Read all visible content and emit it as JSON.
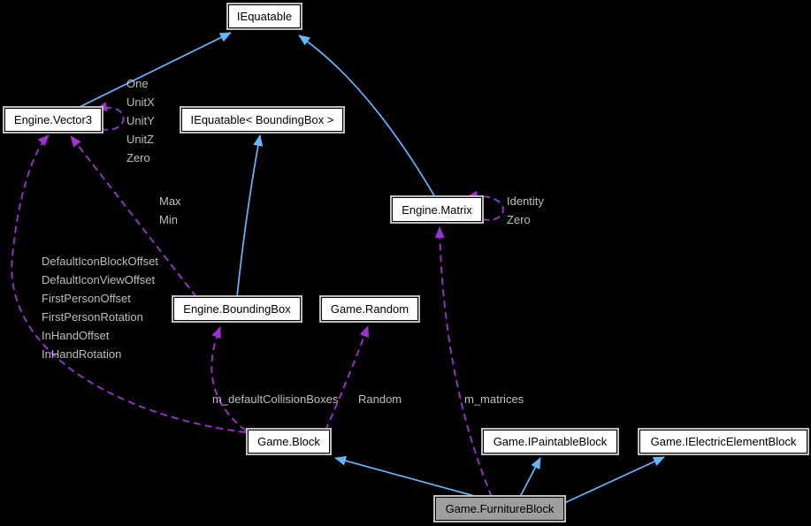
{
  "diagram": {
    "type": "collaboration-graph",
    "background_color": "#000000",
    "colors": {
      "inheritance_edge": "#63B8FF",
      "usage_edge": "#9A32CD",
      "node_fill": "#FFFFFF",
      "node_border_outer": "#BEBEBE",
      "node_border_inner": "#000000",
      "node_text": "#000000",
      "highlight_node_fill": "#9E9E9E",
      "edge_label_text": "#BEBEBE"
    },
    "nodes": {
      "iequatable": {
        "label": "IEquatable"
      },
      "vector3": {
        "label": "Engine.Vector3"
      },
      "iequatable_boundingbox": {
        "label": "IEquatable< BoundingBox >"
      },
      "matrix": {
        "label": "Engine.Matrix"
      },
      "boundingbox": {
        "label": "Engine.BoundingBox"
      },
      "random": {
        "label": "Game.Random"
      },
      "block": {
        "label": "Game.Block"
      },
      "ipaintableblock": {
        "label": "Game.IPaintableBlock"
      },
      "ielectricelementblock": {
        "label": "Game.IElectricElementBlock"
      },
      "furnitureblock": {
        "label": "Game.FurnitureBlock"
      }
    },
    "edge_labels": {
      "vector3_self": [
        "One",
        "UnitX",
        "UnitY",
        "UnitZ",
        "Zero"
      ],
      "matrix_self": [
        "Identity",
        "Zero"
      ],
      "boundingbox_to_vector3": [
        "Max",
        "Min"
      ],
      "block_to_vector3": [
        "DefaultIconBlockOffset",
        "DefaultIconViewOffset",
        "FirstPersonOffset",
        "FirstPersonRotation",
        "InHandOffset",
        "InHandRotation"
      ],
      "block_to_boundingbox": "m_defaultCollisionBoxes",
      "block_to_random": "Random",
      "furnitureblock_to_matrix": "m_matrices"
    }
  }
}
